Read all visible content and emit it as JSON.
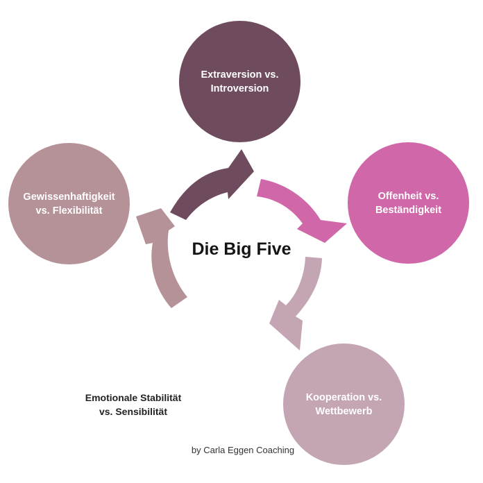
{
  "title": "Die Big Five",
  "credit": "by Carla Eggen Coaching",
  "traits": [
    {
      "id": "extraversion",
      "label": "Extraversion vs.\nIntroversion",
      "color": "#6e4c5e"
    },
    {
      "id": "offenheit",
      "label": "Offenheit vs.\nBeständigkeit",
      "color": "#d067a9"
    },
    {
      "id": "kooperation",
      "label": "Kooperation vs.\nWettbewerb",
      "color": "#c4a5b4"
    },
    {
      "id": "emotionale-stabilitaet",
      "label": "Emotionale Stabilität\nvs. Sensibilität",
      "color": "#ffffff"
    },
    {
      "id": "gewissenhaftigkeit",
      "label": "Gewissenhaftigkeit\nvs. Flexibilität",
      "color": "#b59198"
    }
  ]
}
